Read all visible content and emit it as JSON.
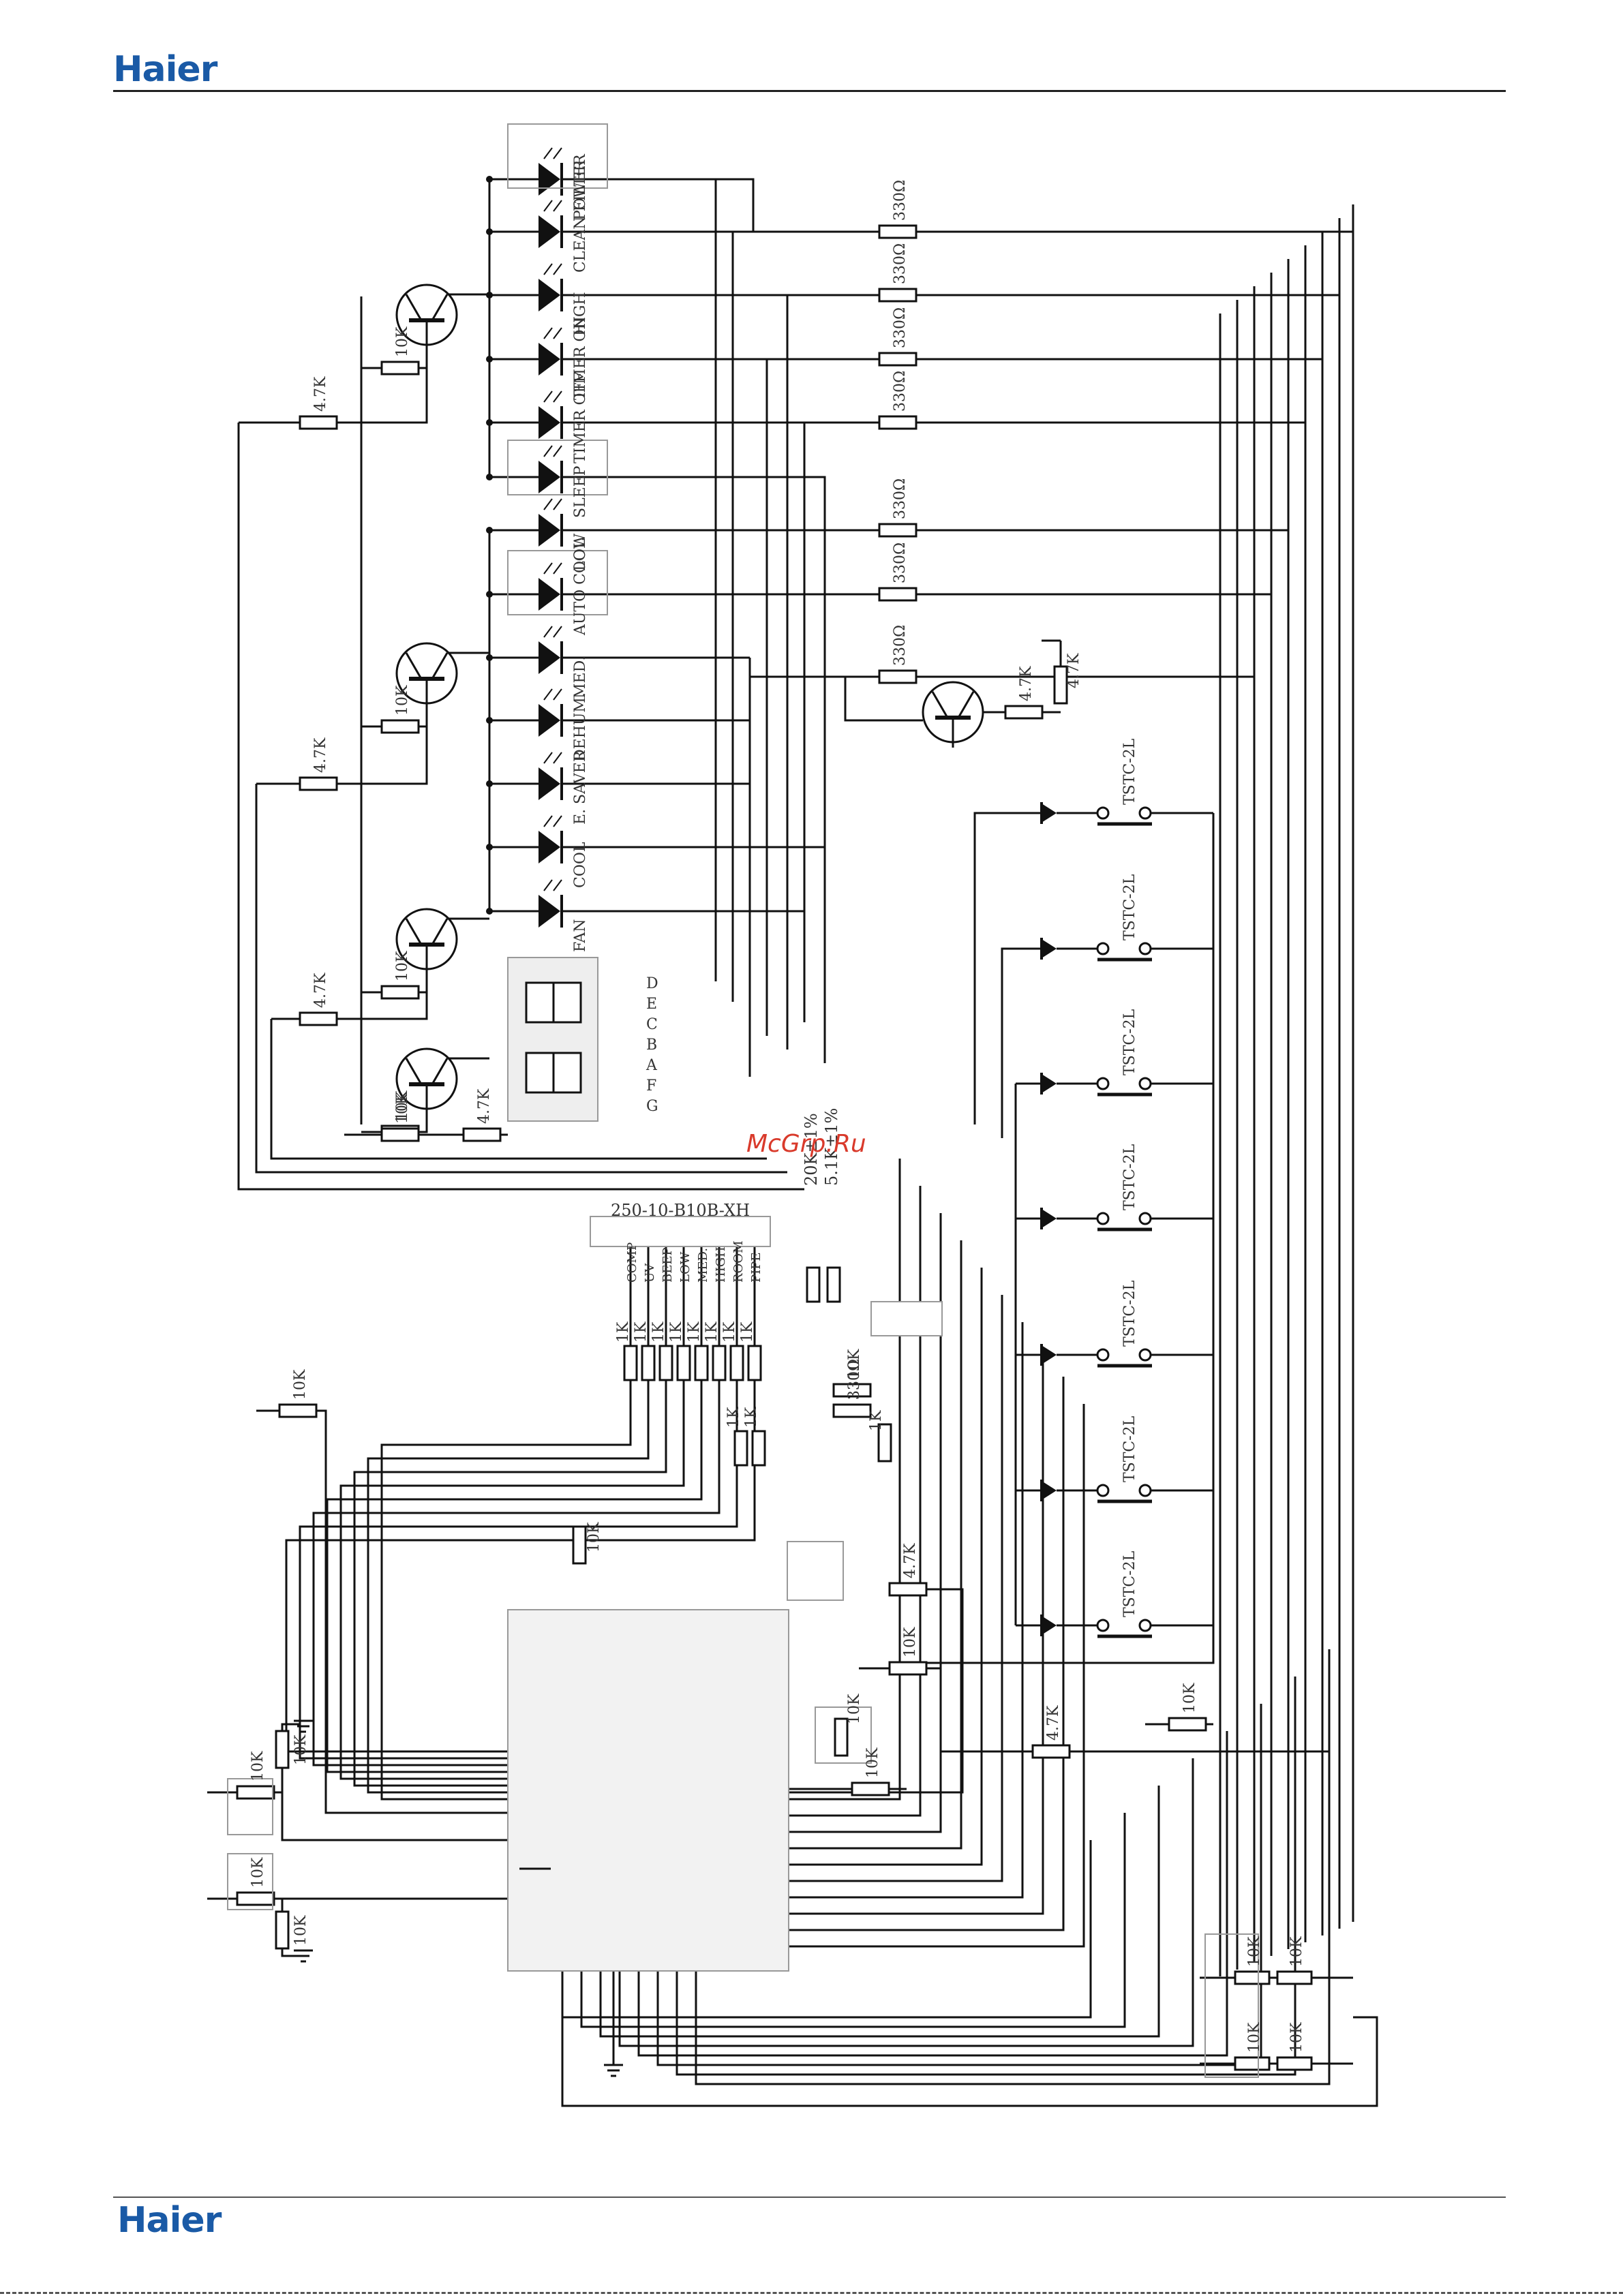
{
  "header": {
    "brand": "Haier"
  },
  "footer": {
    "brand": "Haier"
  },
  "watermark": "McGrp.Ru",
  "leds": [
    {
      "label": "POWER"
    },
    {
      "label": "CLEAN FILTER"
    },
    {
      "label": "HIGH"
    },
    {
      "label": "TIMER ON"
    },
    {
      "label": "TIMER OFF"
    },
    {
      "label": "SLEEP"
    },
    {
      "label": "LOW"
    },
    {
      "label": "AUTO COOL"
    },
    {
      "label": "MED."
    },
    {
      "label": "DEHUM."
    },
    {
      "label": "E. SAVER"
    },
    {
      "label": "COOL"
    },
    {
      "label": "FAN"
    }
  ],
  "resistor_labels": {
    "r330": "330Ω",
    "r47k": "4.7K",
    "r10k": "10K",
    "r1k": "1K",
    "r20k": "20K±1%",
    "r51k": "5.1K±1%"
  },
  "connector": {
    "name": "250-10-B10B-XH",
    "pins": [
      "COMP",
      "UV",
      "BEEP",
      "LOW",
      "MED.",
      "HIGH",
      "ROOM",
      "PIPE"
    ]
  },
  "switch_label": "TSTC-2L",
  "segment_pins": [
    "G",
    "F",
    "A",
    "B",
    "C",
    "E",
    "D"
  ],
  "colors": {
    "line": "#111111",
    "brand": "#1a5aa6",
    "watermark": "#d93a2b",
    "box": "#999999",
    "fill_gray": "#eeeeee"
  }
}
